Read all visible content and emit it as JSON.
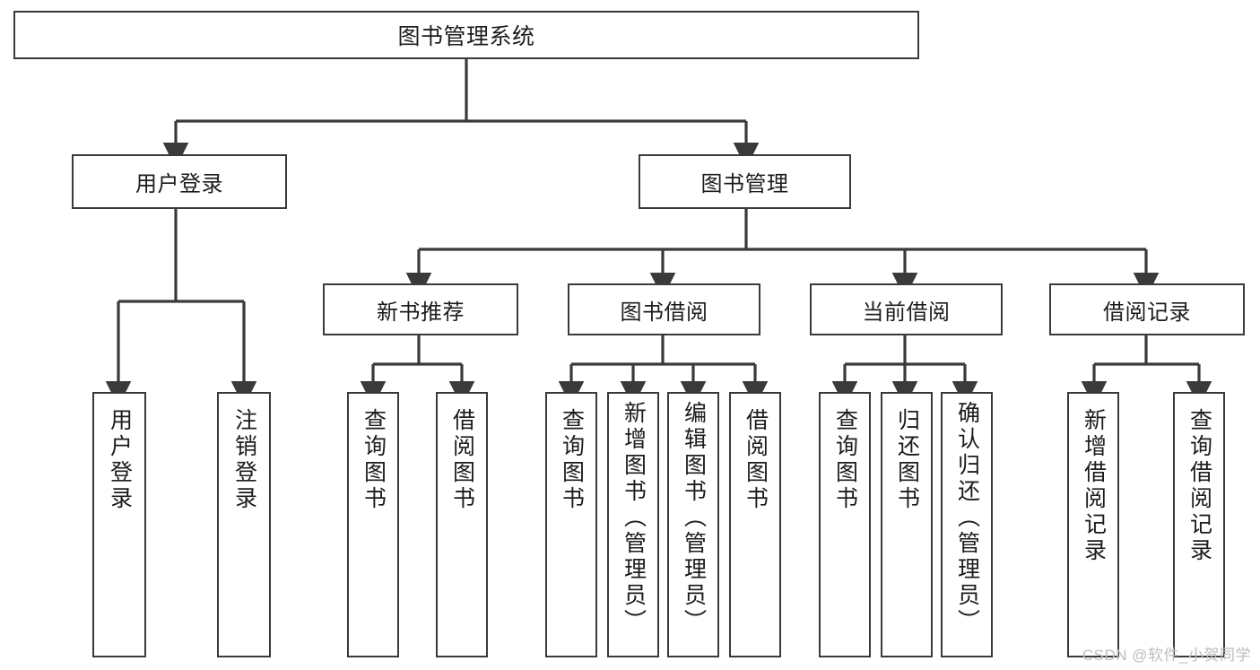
{
  "diagram": {
    "title": "图书管理系统",
    "watermark": "CSDN @软件_小贺同学",
    "line_color": "#3a3a3a",
    "box_fill": "#ffffff",
    "text_color": "#1c1c1c",
    "watermark_color": "#bdbdbd"
  },
  "root": {
    "label": "图书管理系统"
  },
  "level1": [
    {
      "label": "用户登录"
    },
    {
      "label": "图书管理"
    }
  ],
  "level2": [
    {
      "label": "新书推荐"
    },
    {
      "label": "图书借阅"
    },
    {
      "label": "当前借阅"
    },
    {
      "label": "借阅记录"
    }
  ],
  "leaves": {
    "user_login": [
      {
        "label": "用户登录"
      },
      {
        "label": "注销登录"
      }
    ],
    "new_book_recommend": [
      {
        "label": "查询图书"
      },
      {
        "label": "借阅图书"
      }
    ],
    "book_borrow": [
      {
        "label": "查询图书"
      },
      {
        "label": "新增图书（管理员）"
      },
      {
        "label": "编辑图书（管理员）"
      },
      {
        "label": "借阅图书"
      }
    ],
    "current_borrow": [
      {
        "label": "查询图书"
      },
      {
        "label": "归还图书"
      },
      {
        "label": "确认归还（管理员）"
      }
    ],
    "borrow_record": [
      {
        "label": "新增借阅记录"
      },
      {
        "label": "查询借阅记录"
      }
    ]
  }
}
